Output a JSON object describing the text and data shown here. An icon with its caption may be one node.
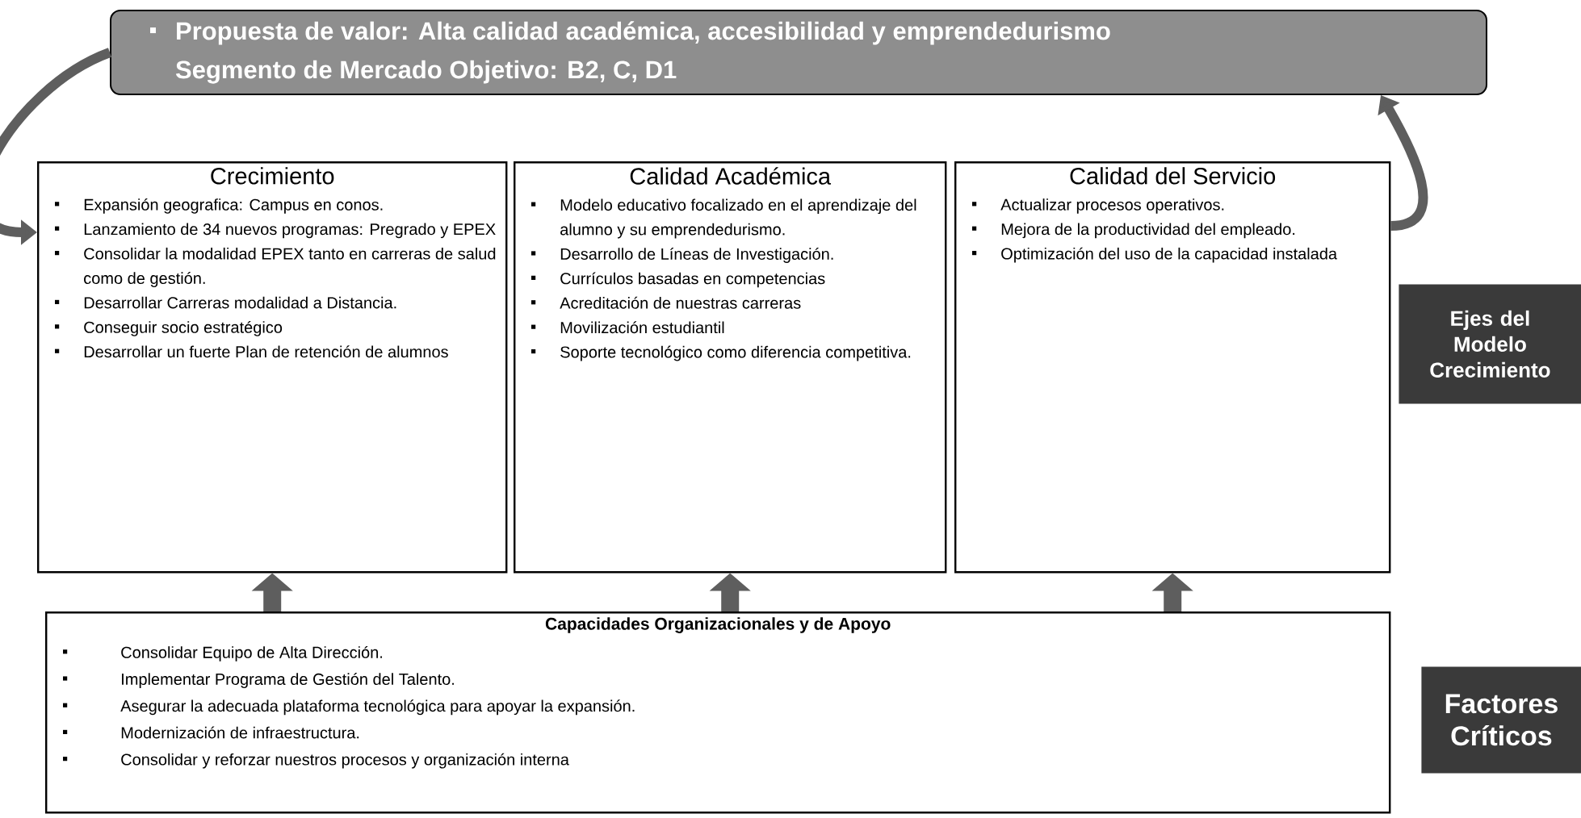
{
  "diagram": {
    "nodes": [
      {
        "text": [
          "Propuesta de valor: Alta calidad académica, accesibilidad y emprendedurismo",
          "Segmento de Mercado Objetivo: B2, C, D1"
        ]
      },
      {
        "text": [
          "Crecimiento",
          "Expansión geografica: Campus en conos.",
          "Lanzamiento de 34 nuevos programas: Pregrado y EPEX",
          "Consolidar la modalidad EPEX tanto en carreras de salud como de gestión.",
          "Desarrollar Carreras modalidad a Distancia.",
          "Conseguir socio estratégico",
          "Desarrollar un fuerte Plan de retención de alumnos"
        ]
      },
      {
        "text": [
          "Calidad Académica",
          "Modelo educativo focalizado en el aprendizaje del alumno y su emprendedurismo.",
          "Desarrollo de Líneas de Investigación.",
          "Currículos basadas en competencias",
          "Acreditación de nuestras carreras",
          "Movilización estudiantil",
          "Soporte tecnológico como diferencia competitiva."
        ]
      },
      {
        "text": [
          "Calidad del Servicio",
          "Actualizar procesos operativos.",
          "Mejora de la productividad del empleado.",
          "Optimización del uso de la capacidad instalada"
        ]
      },
      {
        "text": [
          "Capacidades Organizacionales y de Apoyo",
          "Consolidar Equipo de Alta Dirección.",
          "Implementar Programa de Gestión del Talento.",
          "Asegurar la adecuada plataforma tecnológica para apoyar la expansión.",
          "Modernización de infraestructura.",
          "Consolidar y reforzar nuestros procesos y organización interna"
        ]
      },
      {
        "text": [
          "Ejes del Modelo Crecimiento"
        ]
      },
      {
        "text": [
          "Factores Críticos"
        ]
      }
    ],
    "edges": [
      {
        "from": 0,
        "to": 1,
        "arrow": "to"
      },
      {
        "from": 3,
        "to": 0,
        "arrow": "to"
      },
      {
        "from": 4,
        "to": 1,
        "arrow": "to"
      },
      {
        "from": 4,
        "to": 2,
        "arrow": "to"
      },
      {
        "from": 4,
        "to": 3,
        "arrow": "to"
      }
    ]
  }
}
